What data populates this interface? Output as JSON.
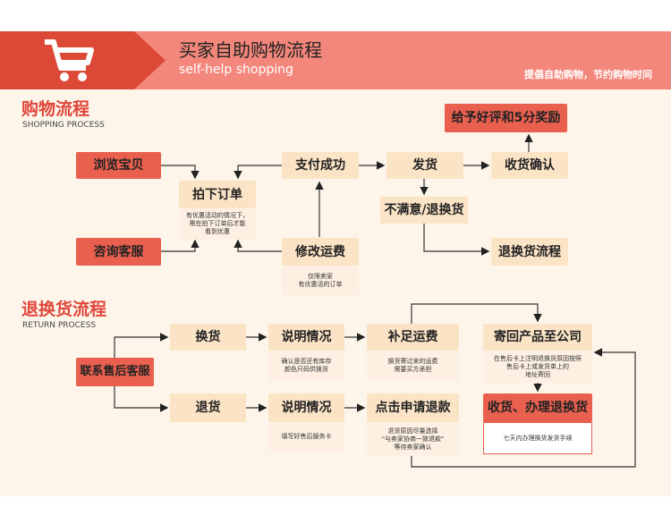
{
  "header": {
    "title": "买家自助购物流程",
    "subtitle": "self-help shopping",
    "slogan": "提倡自助购物，节约购物时间",
    "icon": "shopping-cart-icon"
  },
  "shopping": {
    "title": "购物流程",
    "subtitle": "SHOPPING PROCESS",
    "browse": "浏览宝贝",
    "consult": "咨询客服",
    "order": "拍下订单",
    "order_note": "有优惠活动的情况下，\n需在拍下订单后才能\n看到优惠",
    "pay": "支付成功",
    "modify": "修改运费",
    "modify_note": "仅限卖家\n有优惠活的订单",
    "ship": "发货",
    "confirm": "收货确认",
    "review": "给予好评和5分奖励",
    "unsatisfied": "不满意/退换货",
    "return_flow": "退换货流程"
  },
  "returns": {
    "title": "退换货流程",
    "subtitle": "RETURN PROCESS",
    "contact": "联系售后客服",
    "exchange": "换货",
    "explain1": "说明情况",
    "explain1_note": "确认是否还有库存\n颜色尺码供换货",
    "shipping_fee": "补足运费",
    "shipping_fee_note": "换货寄过来的运费\n需要买方承担",
    "send_back": "寄回产品至公司",
    "send_back_note": "在售后卡上注明退换货原因按照\n售后卡上或发货单上的\n地址寄回",
    "refund": "退货",
    "explain2": "说明情况",
    "explain2_note": "填写好售后服务卡",
    "apply": "点击申请退款",
    "apply_note": "退货原因尽量选择\n\"与卖家协商一致退款\"\n等待卖家确认",
    "receive": "收货、办理退换货",
    "receive_note": "七天内办理换货发货手续"
  },
  "colors": {
    "accent": "#dc4a37",
    "band": "#f4877c",
    "box": "#fbe3c6",
    "red_box": "#e9604f"
  }
}
